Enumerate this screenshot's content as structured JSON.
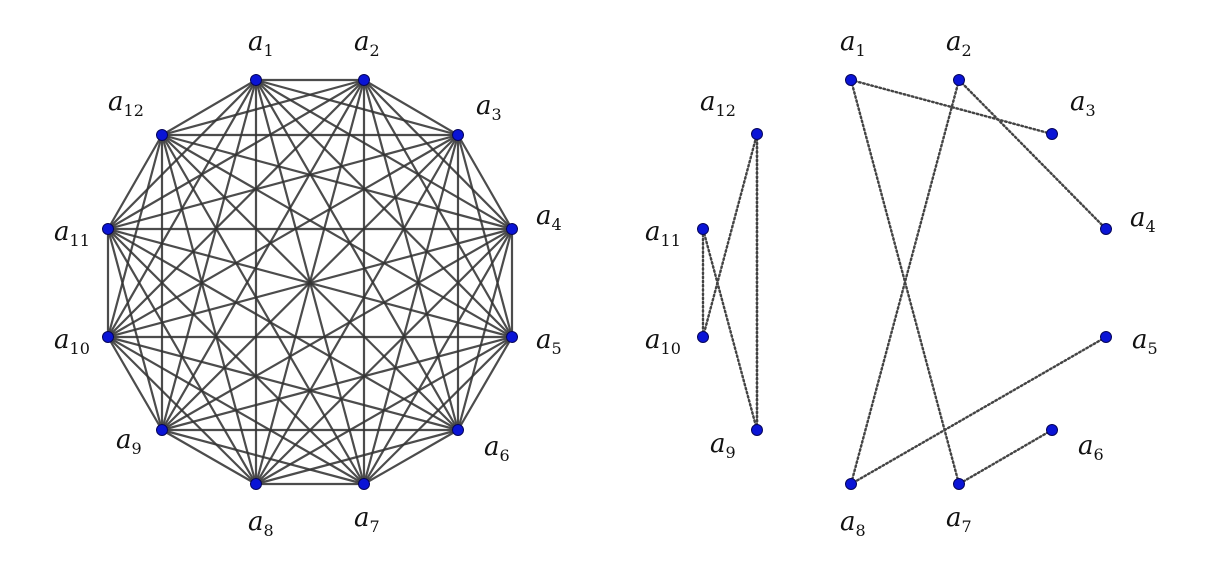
{
  "colors": {
    "node_fill": "#0a14d6",
    "node_stroke": "#05055a",
    "edge_solid": "#333333",
    "edge_dotted": "#444444"
  },
  "left_graph": {
    "kind": "complete-graph",
    "vertices": [
      {
        "id": "a1",
        "name": "a",
        "sub": "1"
      },
      {
        "id": "a2",
        "name": "a",
        "sub": "2"
      },
      {
        "id": "a3",
        "name": "a",
        "sub": "3"
      },
      {
        "id": "a4",
        "name": "a",
        "sub": "4"
      },
      {
        "id": "a5",
        "name": "a",
        "sub": "5"
      },
      {
        "id": "a6",
        "name": "a",
        "sub": "6"
      },
      {
        "id": "a7",
        "name": "a",
        "sub": "7"
      },
      {
        "id": "a8",
        "name": "a",
        "sub": "8"
      },
      {
        "id": "a9",
        "name": "a",
        "sub": "9"
      },
      {
        "id": "a10",
        "name": "a",
        "sub": "10"
      },
      {
        "id": "a11",
        "name": "a",
        "sub": "11"
      },
      {
        "id": "a12",
        "name": "a",
        "sub": "12"
      }
    ]
  },
  "right_graph": {
    "vertices": [
      {
        "id": "a1",
        "name": "a",
        "sub": "1"
      },
      {
        "id": "a2",
        "name": "a",
        "sub": "2"
      },
      {
        "id": "a3",
        "name": "a",
        "sub": "3"
      },
      {
        "id": "a4",
        "name": "a",
        "sub": "4"
      },
      {
        "id": "a5",
        "name": "a",
        "sub": "5"
      },
      {
        "id": "a6",
        "name": "a",
        "sub": "6"
      },
      {
        "id": "a7",
        "name": "a",
        "sub": "7"
      },
      {
        "id": "a8",
        "name": "a",
        "sub": "8"
      },
      {
        "id": "a9",
        "name": "a",
        "sub": "9"
      },
      {
        "id": "a10",
        "name": "a",
        "sub": "10"
      },
      {
        "id": "a11",
        "name": "a",
        "sub": "11"
      },
      {
        "id": "a12",
        "name": "a",
        "sub": "12"
      }
    ],
    "edges": [
      [
        "a1",
        "a3"
      ],
      [
        "a1",
        "a7"
      ],
      [
        "a2",
        "a4"
      ],
      [
        "a2",
        "a8"
      ],
      [
        "a5",
        "a8"
      ],
      [
        "a6",
        "a7"
      ],
      [
        "a9",
        "a11"
      ],
      [
        "a9",
        "a12"
      ],
      [
        "a10",
        "a11"
      ],
      [
        "a10",
        "a12"
      ],
      [
        "a9",
        "a12b"
      ]
    ]
  }
}
